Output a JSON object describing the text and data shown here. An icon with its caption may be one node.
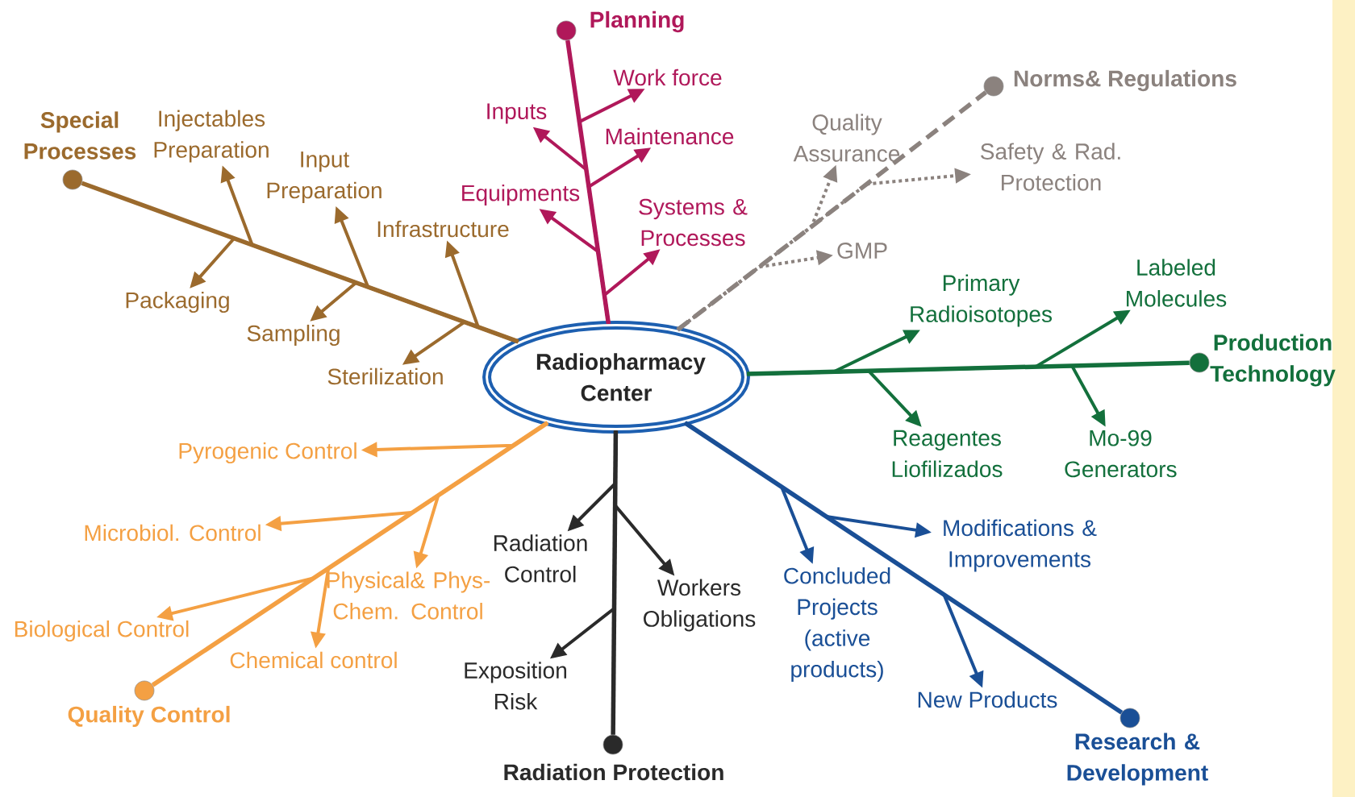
{
  "diagram": {
    "nodes": [
      {
        "text": [
          "Radiopharmacy Center"
        ]
      },
      {
        "text": [
          "Planning"
        ]
      },
      {
        "text": [
          "Work force"
        ]
      },
      {
        "text": [
          "Inputs"
        ]
      },
      {
        "text": [
          "Maintenance"
        ]
      },
      {
        "text": [
          "Equipments"
        ]
      },
      {
        "text": [
          "Systems & Processes"
        ]
      },
      {
        "text": [
          "Special Processes"
        ]
      },
      {
        "text": [
          "Injectables Preparation"
        ]
      },
      {
        "text": [
          "Input Preparation"
        ]
      },
      {
        "text": [
          "Infrastructure"
        ]
      },
      {
        "text": [
          "Packaging"
        ]
      },
      {
        "text": [
          "Sampling"
        ]
      },
      {
        "text": [
          "Sterilization"
        ]
      },
      {
        "text": [
          "Norms& Regulations"
        ]
      },
      {
        "text": [
          "Quality Assurance"
        ]
      },
      {
        "text": [
          "Safety & Rad. Protection"
        ]
      },
      {
        "text": [
          "GMP"
        ]
      },
      {
        "text": [
          "Production Technology"
        ]
      },
      {
        "text": [
          "Primary Radioisotopes"
        ]
      },
      {
        "text": [
          "Labeled Molecules"
        ]
      },
      {
        "text": [
          "Reagentes Liofilizados"
        ]
      },
      {
        "text": [
          "Mo-99 Generators"
        ]
      },
      {
        "text": [
          "Quality Control"
        ]
      },
      {
        "text": [
          "Pyrogenic Control"
        ]
      },
      {
        "text": [
          "Microbiol. Control"
        ]
      },
      {
        "text": [
          "Physical& Phys-Chem. Control"
        ]
      },
      {
        "text": [
          "Biological Control"
        ]
      },
      {
        "text": [
          "Chemical control"
        ]
      },
      {
        "text": [
          "Radiation Protection"
        ]
      },
      {
        "text": [
          "Radiation Control"
        ]
      },
      {
        "text": [
          "Workers Obligations"
        ]
      },
      {
        "text": [
          "Exposition Risk"
        ]
      },
      {
        "text": [
          "Research & Development"
        ]
      },
      {
        "text": [
          "Concluded Projects (active products)"
        ]
      },
      {
        "text": [
          "Modifications & Improvements"
        ]
      },
      {
        "text": [
          "New Products"
        ]
      }
    ],
    "edges": [
      {
        "from": 0,
        "to": 1,
        "arrow": "none",
        "color": "#b0185a"
      },
      {
        "from": 0,
        "to": 2,
        "arrow": "to",
        "color": "#b0185a"
      },
      {
        "from": 0,
        "to": 3,
        "arrow": "to",
        "color": "#b0185a"
      },
      {
        "from": 0,
        "to": 4,
        "arrow": "to",
        "color": "#b0185a"
      },
      {
        "from": 0,
        "to": 5,
        "arrow": "to",
        "color": "#b0185a"
      },
      {
        "from": 0,
        "to": 6,
        "arrow": "to",
        "color": "#b0185a"
      },
      {
        "from": 0,
        "to": 7,
        "arrow": "none",
        "color": "#9b6a2d"
      },
      {
        "from": 0,
        "to": 8,
        "arrow": "to",
        "color": "#9b6a2d"
      },
      {
        "from": 0,
        "to": 9,
        "arrow": "to",
        "color": "#9b6a2d"
      },
      {
        "from": 0,
        "to": 10,
        "arrow": "to",
        "color": "#9b6a2d"
      },
      {
        "from": 0,
        "to": 11,
        "arrow": "to",
        "color": "#9b6a2d"
      },
      {
        "from": 0,
        "to": 12,
        "arrow": "to",
        "color": "#9b6a2d"
      },
      {
        "from": 0,
        "to": 13,
        "arrow": "to",
        "color": "#9b6a2d"
      },
      {
        "from": 0,
        "to": 14,
        "arrow": "none",
        "style": "dashed",
        "color": "#8b827e"
      },
      {
        "from": 0,
        "to": 15,
        "arrow": "to",
        "style": "dashed",
        "color": "#8b827e"
      },
      {
        "from": 0,
        "to": 16,
        "arrow": "to",
        "style": "dashed",
        "color": "#8b827e"
      },
      {
        "from": 0,
        "to": 17,
        "arrow": "to",
        "style": "dashed",
        "color": "#8b827e"
      },
      {
        "from": 0,
        "to": 18,
        "arrow": "none",
        "color": "#13703c"
      },
      {
        "from": 0,
        "to": 19,
        "arrow": "to",
        "color": "#13703c"
      },
      {
        "from": 0,
        "to": 20,
        "arrow": "to",
        "color": "#13703c"
      },
      {
        "from": 0,
        "to": 21,
        "arrow": "to",
        "color": "#13703c"
      },
      {
        "from": 0,
        "to": 22,
        "arrow": "to",
        "color": "#13703c"
      },
      {
        "from": 0,
        "to": 23,
        "arrow": "none",
        "color": "#f4a043"
      },
      {
        "from": 0,
        "to": 24,
        "arrow": "to",
        "color": "#f4a043"
      },
      {
        "from": 0,
        "to": 25,
        "arrow": "to",
        "color": "#f4a043"
      },
      {
        "from": 0,
        "to": 26,
        "arrow": "to",
        "color": "#f4a043"
      },
      {
        "from": 0,
        "to": 27,
        "arrow": "to",
        "color": "#f4a043"
      },
      {
        "from": 0,
        "to": 28,
        "arrow": "to",
        "color": "#f4a043"
      },
      {
        "from": 0,
        "to": 29,
        "arrow": "none",
        "color": "#2a2a2a"
      },
      {
        "from": 0,
        "to": 30,
        "arrow": "to",
        "color": "#2a2a2a"
      },
      {
        "from": 0,
        "to": 31,
        "arrow": "to",
        "color": "#2a2a2a"
      },
      {
        "from": 0,
        "to": 32,
        "arrow": "to",
        "color": "#2a2a2a"
      },
      {
        "from": 0,
        "to": 33,
        "arrow": "none",
        "color": "#1a4f96"
      },
      {
        "from": 0,
        "to": 34,
        "arrow": "to",
        "color": "#1a4f96"
      },
      {
        "from": 0,
        "to": 35,
        "arrow": "to",
        "color": "#1a4f96"
      },
      {
        "from": 0,
        "to": 36,
        "arrow": "to",
        "color": "#1a4f96"
      }
    ]
  }
}
